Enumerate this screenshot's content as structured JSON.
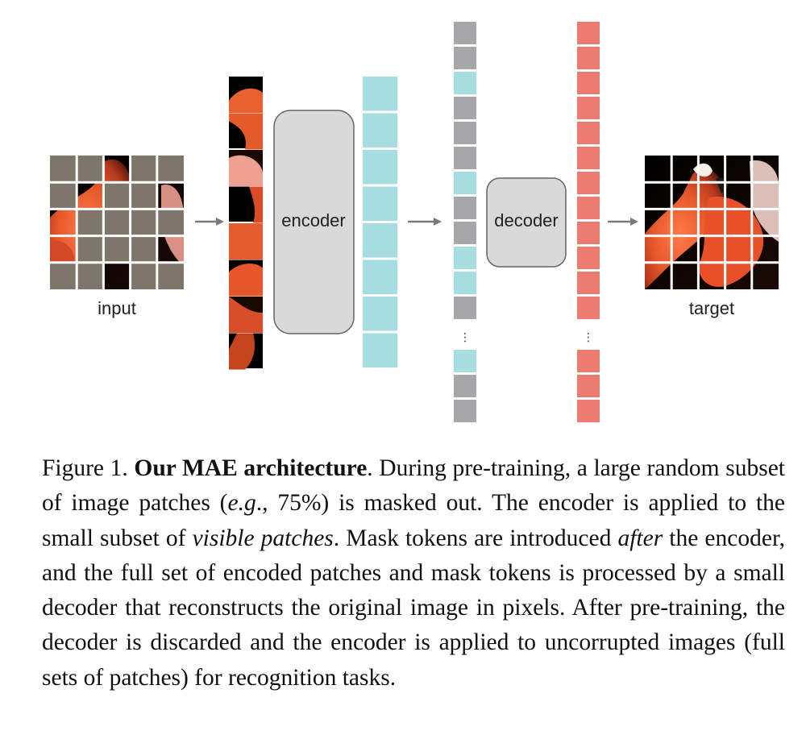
{
  "figure": {
    "input_label": "input",
    "encoder_label": "encoder",
    "decoder_label": "decoder",
    "target_label": "target",
    "ellipsis": "⋮",
    "colors": {
      "mask_patch": "#7e766b",
      "encoded_token": "#a6dde0",
      "mask_token": "#a7a7a9",
      "decoder_output": "#ec7b72",
      "block_fill": "#d9d9d9",
      "block_stroke": "#666666",
      "arrow": "#7a7a7a"
    },
    "input_grid": {
      "rows": 5,
      "cols": 5,
      "visible": [
        [
          0,
          2
        ],
        [
          1,
          1
        ],
        [
          1,
          4
        ],
        [
          2,
          0
        ],
        [
          3,
          0
        ],
        [
          3,
          4
        ],
        [
          4,
          2
        ]
      ]
    },
    "mask_ratio": 0.75
  },
  "caption": {
    "figure_number": "Figure 1.",
    "title": "Our MAE architecture",
    "s1": ". During pre-training, a large random subset of image patches (",
    "eg": "e.g",
    "s2": "., 75%) is masked out. The encoder is applied to the small subset of ",
    "visible_patches": "visible patches",
    "s3": ". Mask tokens are introduced ",
    "after": "after",
    "s4": " the encoder, and the full set of en­coded patches and mask tokens is processed by a small decoder that reconstructs the original image in pixels. After pre-training, the decoder is discarded and the encoder is applied to uncorrupted images (full sets of patches) for recognition tasks."
  }
}
